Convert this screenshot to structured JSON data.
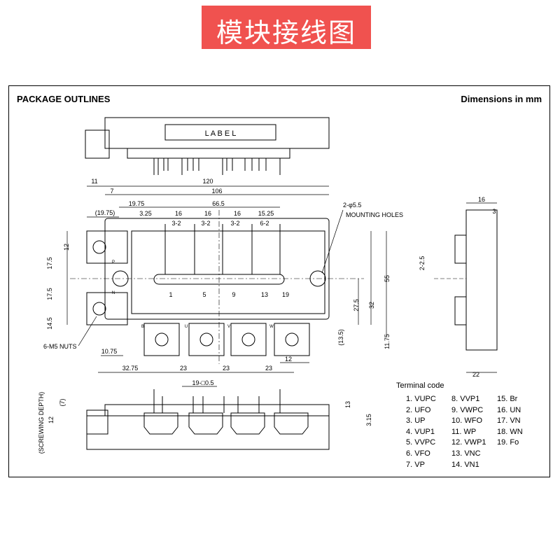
{
  "banner": {
    "title": "模块接线图",
    "color": "#f0524f"
  },
  "header": {
    "left": "PACKAGE OUTLINES",
    "right": "Dimensions in mm"
  },
  "drawing": {
    "label_text": "L A B E L",
    "mounting_holes_line1": "2-φ5.5",
    "mounting_holes_line2": "MOUNTING HOLES",
    "nuts_label": "6-M5 NUTS",
    "screwing_depth": "(SCREWING DEPTH)",
    "dims": {
      "d11": "11",
      "d7": "7",
      "d120": "120",
      "d106": "106",
      "d1975p": "(19.75)",
      "d1975": "19.75",
      "d665": "66.5",
      "d325": "3.25",
      "d16a": "16",
      "d16b": "16",
      "d16c": "16",
      "d1525": "15.25",
      "d32a": "3-2",
      "d32b": "3-2",
      "d32c": "3-2",
      "d62": "6-2",
      "d12v": "12",
      "d175a": "17.5",
      "d175b": "17.5",
      "d145": "14.5",
      "d55": "55",
      "d275": "27.5",
      "d32": "32",
      "d135": "(13.5)",
      "d1175": "11.75",
      "d1075": "10.75",
      "d3275": "32.75",
      "d23a": "23",
      "d23b": "23",
      "d23c": "23",
      "d12h": "12",
      "d16r": "16",
      "d3r": "3",
      "d225r": "2-2.5",
      "d22r": "22",
      "d19": "19-□0.5",
      "d7b": "(7)",
      "d12b": "12",
      "d13b": "13",
      "d315": "3.15"
    },
    "pin_callouts": [
      "1",
      "5",
      "9",
      "13",
      "19"
    ],
    "terminal_letters": [
      "B",
      "U",
      "V",
      "W"
    ],
    "side_letters": [
      "P",
      "N"
    ]
  },
  "terminal_code": {
    "title": "Terminal code",
    "items": [
      "1. VUPC",
      "8. VVP1",
      "15. Br",
      "2. UFO",
      "9. VWPC",
      "16. UN",
      "3. UP",
      "10. WFO",
      "17. VN",
      "4. VUP1",
      "11. WP",
      "18. WN",
      "5. VVPC",
      "12. VWP1",
      "19. Fo",
      "6. VFO",
      "13. VNC",
      "",
      "7. VP",
      "14. VN1",
      ""
    ]
  }
}
